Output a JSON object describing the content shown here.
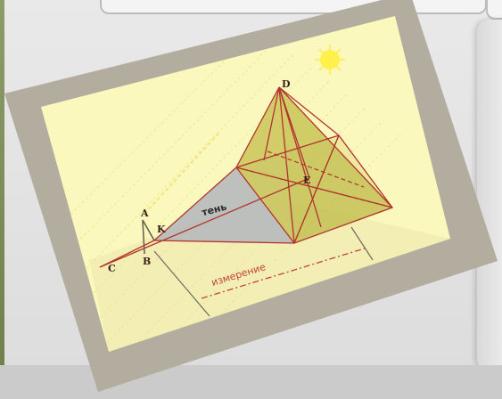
{
  "diagram": {
    "points": {
      "a": "A",
      "b": "B",
      "c": "C",
      "k": "K",
      "d": "D",
      "e": "E"
    },
    "shadow_label": "тень",
    "measure_label": "измерение"
  },
  "colors": {
    "photo_frame": "#b3ad9f",
    "paper": "#fbf8be",
    "ground": "#d9d39a",
    "shadow": "#b7b9bd",
    "pyramid_face": "#c2bf4b",
    "edge": "#b2342e",
    "sun": "#fff04a",
    "sun_rays": "#f4ee9a"
  }
}
